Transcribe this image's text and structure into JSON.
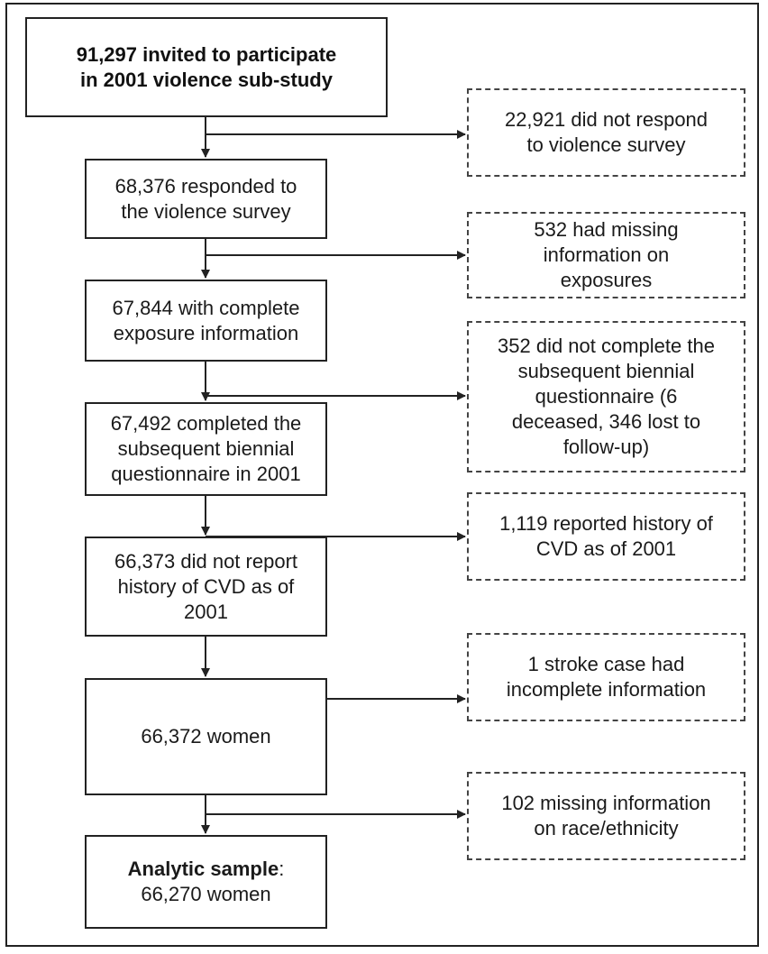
{
  "steps": [
    {
      "lines": [
        "91,297 invited to participate",
        "in 2001 violence sub-study"
      ]
    },
    {
      "lines": [
        "68,376 responded to",
        "the violence survey"
      ]
    },
    {
      "lines": [
        "67,844 with complete",
        "exposure information"
      ]
    },
    {
      "lines": [
        "67,492 completed the",
        "subsequent biennial",
        "questionnaire in 2001"
      ]
    },
    {
      "lines": [
        "66,373 did not report",
        "history of CVD as of",
        "2001"
      ]
    },
    {
      "lines": [
        "66,372 women"
      ]
    },
    {
      "bold_part": "Analytic sample",
      "rest": ":",
      "line2": "66,270 women"
    }
  ],
  "exclusions": [
    {
      "lines": [
        "22,921 did not respond",
        "to violence survey"
      ]
    },
    {
      "lines": [
        "532 had missing",
        "information on",
        "exposures"
      ]
    },
    {
      "lines": [
        "352 did not complete the",
        "subsequent biennial",
        "questionnaire (6",
        "deceased, 346 lost to",
        "follow-up)"
      ]
    },
    {
      "lines": [
        "1,119 reported history of",
        "CVD as of 2001"
      ]
    },
    {
      "lines": [
        "1 stroke case had",
        "incomplete information"
      ]
    },
    {
      "lines": [
        "102 missing information",
        "on race/ethnicity"
      ]
    }
  ]
}
